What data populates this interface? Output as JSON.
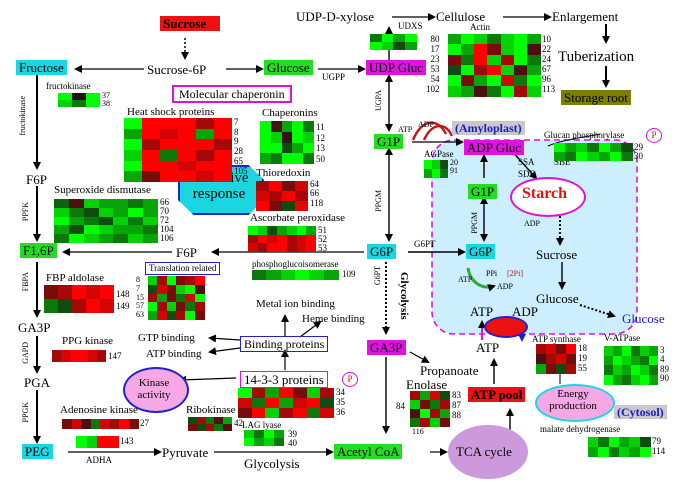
{
  "metabolites": {
    "sucrose": "Sucrose",
    "fructose": "Fructose",
    "sucrose6p": "Sucrose-6P",
    "glucose": "Glucose",
    "udp_gluc": "UDP Gluc",
    "udp_xylose": "UDP-D-xylose",
    "cellulose": "Cellulose",
    "enlargement": "Enlargement",
    "tuberization": "Tuberization",
    "storage_root": "Storage root",
    "f6p": "F6P",
    "f6p_mid": "F6P",
    "f16p": "F1,6P",
    "ga3p_left": "GA3P",
    "pga": "PGA",
    "peg": "PEG",
    "pyruvate": "Pyruvate",
    "glycolysis_bottom": "Glycolysis",
    "acetyl_coa": "Acetyl CoA",
    "tca": "TCA cycle",
    "g1p_outer": "G1P",
    "g6p_outer": "G6P",
    "ga3p_mid": "GA3P",
    "propanoate": "Propanoate",
    "enolase": "Enolase",
    "atp_pool": "ATP pool",
    "atp_mid": "ATP",
    "adp_gluc": "ADP Gluc",
    "g1p_inner": "G1P",
    "g6p_inner": "G6P",
    "starch": "Starch",
    "sucrose_inner": "Sucrose",
    "glucose_inner": "Glucose",
    "glucose_out": "Glucose",
    "atp_amy": "ATP",
    "adp_amy": "ADP",
    "glycolysis_vert": "Glycolysis"
  },
  "enzymes": {
    "fructokinase_vert": "fructokinase",
    "fructokinase": "fructokinase",
    "pfk": "PPFK",
    "fbpa": "FBPA",
    "gapd": "GAPD",
    "ppgk": "PPGK",
    "ugpp": "UGPP",
    "ugpa": "UGPA",
    "ppgm": "PPGM",
    "ppgm_inner": "PPGM",
    "g6pt": "G6PT",
    "g6pt_vert": "G6PT",
    "udxs": "UDXS",
    "actin": "Actin",
    "agpase": "AGPase",
    "ssa": "SSA",
    "sde": "SDE",
    "sbe": "SBE",
    "adha": "ADHA",
    "atp_synthase": "ATP synthase",
    "v_atpase": "V-ATPase",
    "glucan_phos": "Glucan phosphorylase"
  },
  "labels": {
    "molecular_chaperonin": "Molecular chaperonin",
    "heat_shock": "Heat shock proteins",
    "chaperonins": "Chaperonins",
    "thioredoxin": "Thioredoxin",
    "oxidative": "Oxidative response",
    "sod": "Superoxide dismutase",
    "ascorbate": "Ascorbate peroxidase",
    "fbp_aldolase": "FBP aldolase",
    "translation": "Translation related",
    "phosphoglucoisomerase": "phosphoglucoisomerase",
    "metal_ion": "Metal ion binding",
    "heme": "Heme binding",
    "gtp_binding": "GTP binding",
    "atp_binding": "ATP binding",
    "binding_proteins": "Binding proteins",
    "ppg_kinase": "PPG kinase",
    "protein_1433": "14-3-3 proteins",
    "kinase_activity": "Kinase activity",
    "adenosine_kinase": "Adenosine kinase",
    "ribokinase": "Ribokinase",
    "lag_lyase": "LAG lyase",
    "amyloplast": "(Amyloplast)",
    "cytosol": "(Cytosol)",
    "energy": "Energy production",
    "malate_dh": "malate dehydrogenase",
    "ppi": "PPi",
    "two_pi": "[2Pi]",
    "atp_s": "ATP",
    "adp_s": "ADP",
    "p": "P",
    "atp_top": "ATP",
    "adp_top": "ADP",
    "adp_starch": "ADP"
  },
  "ids": {
    "fructokinase": "37\n38",
    "heat_shock": "7\n8\n9\n28\n65\n105",
    "chaperonins": "11\n12\n13\n50",
    "thioredoxin": "64\n66\n118",
    "sod": "66\n70\n72\n104\n106",
    "ascorbate": "51\n52\n53",
    "actin_left": "80\n17\n23\n53\n54\n102",
    "actin_right": "10\n22\n24\n67\n96\n113",
    "agpase": "20\n91",
    "glucan": "29\n30",
    "fbp": "148\n149",
    "translation": "8\n7\n15\n57\n63",
    "pgi": "109",
    "ppgk": "147",
    "adenosine": "27",
    "ribokinase": "42",
    "lag_lyase": "39\n40",
    "bp1433": "34\n35\n36",
    "adha": "143",
    "enolase_left": "84",
    "enolase_right": "83\n87\n88",
    "enolase_bottom": "116",
    "atp_syn": "18\n19\n55",
    "vatpase": "3\n4\n89\n90",
    "malate": "79\n114"
  },
  "colors": {
    "cyan": "#19d6e0",
    "green": "#22dd22",
    "magenta": "#e012e0",
    "red": "#ee1111",
    "olive": "#7a7f00",
    "amyloplast_fill": "#cceeff",
    "amyloplast_border": "#dd11dd",
    "tca_fill": "#cc99dd",
    "kinase_fill": "#f6a8e6",
    "energy_fill": "#f6a8e6",
    "blue_frame": "#2222cc"
  },
  "heatmaps": {
    "fructokinase": {
      "rows": 2,
      "cols": 3,
      "v": [
        -1,
        0,
        -1,
        -0.8,
        -0.4,
        -1
      ]
    },
    "heat_shock": {
      "rows": 6,
      "cols": 6,
      "v": [
        -1,
        1,
        1,
        1,
        0.6,
        1,
        -0.6,
        1,
        0.8,
        1,
        -0.6,
        1,
        -1,
        0.6,
        1,
        1,
        1,
        0.6,
        -0.8,
        1,
        -0.4,
        1,
        0.6,
        1,
        -1,
        1,
        1,
        0.8,
        1,
        1,
        -0.6,
        0.4,
        1,
        1,
        0.8,
        1
      ]
    },
    "chaperonins": {
      "rows": 4,
      "cols": 5,
      "v": [
        -1,
        0.2,
        -0.6,
        -1,
        -0.4,
        -1,
        -0.8,
        0.1,
        -1,
        -0.8,
        -1,
        -1,
        -0.2,
        -0.6,
        -1,
        -0.6,
        -0.4,
        -1,
        -1,
        -0.4
      ]
    },
    "thioredoxin": {
      "rows": 3,
      "cols": 4,
      "v": [
        0.6,
        1,
        0.4,
        0.8,
        0.8,
        0.6,
        1,
        0.6,
        1,
        0.4,
        -0.2,
        0.9
      ]
    },
    "sod": {
      "rows": 5,
      "cols": 7,
      "v": [
        -0.3,
        0.2,
        -0.8,
        -0.6,
        -0.6,
        -0.4,
        -0.6,
        -0.8,
        -0.4,
        -0.2,
        -0.8,
        -0.6,
        -1,
        -0.6,
        -1,
        -0.6,
        -0.4,
        -0.2,
        -0.8,
        -0.4,
        -0.8,
        -0.6,
        -0.2,
        -1,
        -0.8,
        -0.6,
        -0.6,
        -0.4,
        -0.4,
        -1,
        -0.8,
        -0.6,
        -0.4,
        -0.8,
        -0.6
      ]
    },
    "ascorbate": {
      "rows": 3,
      "cols": 7,
      "v": [
        -1,
        -0.8,
        -0.2,
        -0.6,
        -0.8,
        -1,
        -0.6,
        0.6,
        1,
        0.8,
        1,
        0.6,
        0.8,
        1,
        0.8,
        0.6,
        1,
        1,
        0.6,
        0.8,
        1
      ]
    },
    "actin": {
      "rows": 6,
      "cols": 7,
      "v": [
        -0.6,
        -1,
        -0.8,
        -0.4,
        -0.8,
        -1,
        -0.6,
        -1,
        -0.6,
        1,
        0.4,
        -0.8,
        -1,
        0.2,
        0.4,
        -0.4,
        1,
        -0.8,
        0.6,
        -1,
        -0.4,
        -0.2,
        -1,
        0.6,
        1,
        -0.8,
        0.2,
        -0.6,
        -1,
        0.4,
        -0.6,
        -1,
        0.8,
        -0.4,
        -1,
        -0.8,
        -0.6,
        0.2,
        -0.4,
        -1,
        0.6,
        -0.8
      ]
    },
    "udxs": {
      "rows": 2,
      "cols": 4,
      "v": [
        -0.4,
        -1,
        -0.6,
        -1,
        -1,
        -0.8,
        -0.2,
        -0.6
      ]
    },
    "agpase": {
      "rows": 2,
      "cols": 3,
      "v": [
        -1,
        -0.8,
        -0.2,
        -0.6,
        -1,
        -0.4
      ]
    },
    "glucan": {
      "rows": 2,
      "cols": 7,
      "v": [
        -1,
        -0.6,
        -0.8,
        -0.4,
        -1,
        -0.6,
        -0.2,
        -0.6,
        -0.4,
        -1,
        -0.8,
        -0.6,
        -1,
        -0.4
      ]
    },
    "fbp": {
      "rows": 2,
      "cols": 5,
      "v": [
        0.4,
        0.6,
        1,
        0.8,
        1,
        -0.4,
        -0.2,
        0.6,
        1,
        0.8
      ]
    },
    "translation": {
      "rows": 5,
      "cols": 6,
      "v": [
        -0.8,
        0.6,
        -1,
        0.4,
        0.6,
        1,
        -0.2,
        0.8,
        0.4,
        -0.8,
        -1,
        0.2,
        0.6,
        -0.6,
        0.4,
        -0.4,
        0.8,
        -1,
        -1,
        0.6,
        -0.8,
        0.4,
        -0.4,
        0.6,
        -0.6,
        0.8,
        -0.2,
        0.6,
        -1,
        0.4
      ]
    },
    "pgi": {
      "rows": 1,
      "cols": 6,
      "v": [
        -0.4,
        -0.6,
        -0.8,
        -1,
        -0.8,
        -0.6
      ]
    },
    "ppgk": {
      "rows": 1,
      "cols": 6,
      "v": [
        0.6,
        0.8,
        1,
        1,
        0.8,
        0.6
      ]
    },
    "adenosine": {
      "rows": 1,
      "cols": 8,
      "v": [
        0.4,
        0.8,
        0.2,
        -0.4,
        0.8,
        0.6,
        1,
        0.4
      ]
    },
    "ribokinase": {
      "rows": 2,
      "cols": 5,
      "v": [
        -0.2,
        0.6,
        -0.4,
        0.2,
        -0.6,
        0.4,
        -0.2,
        0.6,
        -0.4,
        0.2
      ]
    },
    "lag_lyase": {
      "rows": 2,
      "cols": 4,
      "v": [
        -0.8,
        -0.4,
        -1,
        -0.6,
        -1,
        -0.6,
        -0.8,
        -0.4
      ]
    },
    "bp1433": {
      "rows": 3,
      "cols": 7,
      "v": [
        -1,
        0.6,
        -0.6,
        1,
        0.4,
        -0.8,
        0.6,
        0.8,
        -0.4,
        1,
        -0.6,
        0.8,
        1,
        -0.2,
        0.4,
        1,
        -0.8,
        0.6,
        1,
        -0.4,
        0.8
      ]
    },
    "adha": {
      "rows": 1,
      "cols": 4,
      "v": [
        -1,
        -0.8,
        1,
        1
      ]
    },
    "enolase": {
      "rows": 4,
      "cols": 4,
      "v": [
        0.6,
        -0.6,
        0.8,
        -0.2,
        -0.8,
        0.4,
        -0.4,
        0.6,
        0.2,
        -1,
        0.6,
        -0.6,
        -0.4,
        0.6,
        -0.8,
        0.4
      ]
    },
    "atp_syn": {
      "rows": 3,
      "cols": 4,
      "v": [
        0.6,
        0.8,
        0.4,
        1,
        0.2,
        0.6,
        0.8,
        0.4,
        -0.6,
        0.4,
        -0.2,
        0.6
      ]
    },
    "vatpase": {
      "rows": 4,
      "cols": 6,
      "v": [
        -0.8,
        -0.6,
        -1,
        -0.4,
        -0.8,
        -0.6,
        -0.6,
        -1,
        -0.8,
        -0.6,
        -0.4,
        -1,
        -0.4,
        -0.8,
        -0.6,
        -1,
        -0.8,
        -0.4,
        -1,
        -0.6,
        -0.4,
        -0.8,
        -1,
        -0.6
      ]
    },
    "malate": {
      "rows": 2,
      "cols": 6,
      "v": [
        -0.8,
        -0.4,
        -1,
        -0.6,
        -0.8,
        -0.2,
        -0.6,
        -1,
        -0.4,
        -0.8,
        -0.6,
        -1
      ]
    }
  }
}
